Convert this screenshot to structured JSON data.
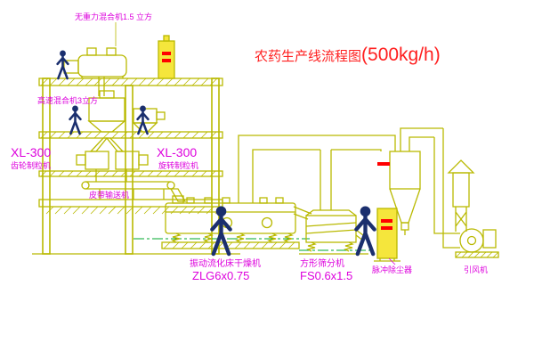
{
  "title": {
    "text": "农药生产线流程图",
    "capacity": "(500kg/h)"
  },
  "labels": {
    "gravity_mixer": "无重力混合机1.5 立方",
    "high_speed_mixer": "高速混合机3立方",
    "granulator_left_model": "XL-300",
    "granulator_left_name": "齿轮制粒机",
    "granulator_right_model": "XL-300",
    "granulator_right_name": "旋转制粒机",
    "belt_conveyor": "皮带输送机",
    "fluid_bed_dryer": "振动流化床干燥机",
    "fluid_bed_dryer_model": "ZLG6x0.75",
    "square_sieve": "方形筛分机",
    "square_sieve_model": "FS0.6x1.5",
    "pulse_dust_collector": "脉冲除尘器",
    "induced_draft_fan": "引风机"
  },
  "colors": {
    "equipment_line": "#b9b900",
    "label_text": "#dd00dd",
    "title_text": "#ff1f1f",
    "figure": "#1b2f6e",
    "centerline": "#00a82d",
    "cabinet_fill": "#f5e63c",
    "cabinet_marks": "#ff0000",
    "background": "#ffffff"
  }
}
